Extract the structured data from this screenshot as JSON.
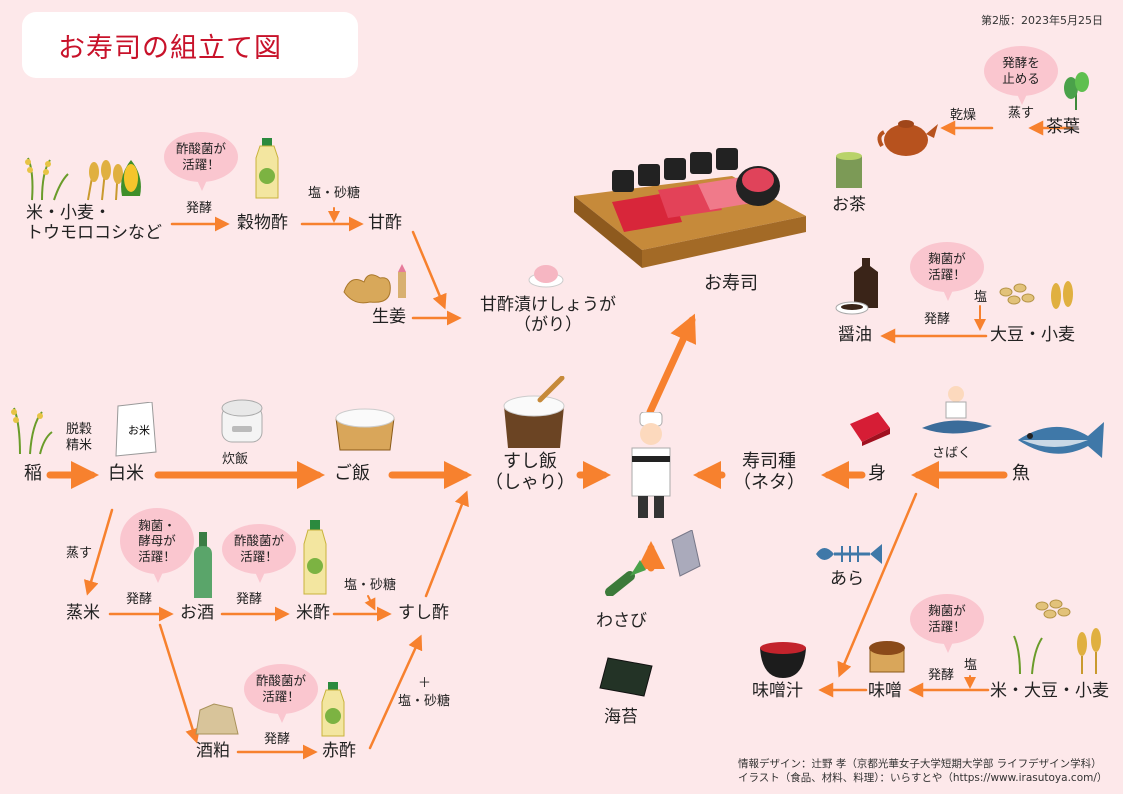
{
  "title": "お寿司の組立て図",
  "edition": "第2版：2023年5月25日",
  "credits": {
    "design": "情報デザイン：辻野 孝（京都光華女子大学短期大学部 ライフデザイン学科）",
    "illust": "イラスト（食品、材料、料理）：いらすとや（https://www.irasutoya.com/）"
  },
  "nodes": {
    "grains1_line1": "米・小麦・",
    "grains1_line2": "トウモロコシなど",
    "kokumotsusu": "穀物酢",
    "amazu": "甘酢",
    "shoga": "生姜",
    "gari_line1": "甘酢漬けしょうが",
    "gari_line2": "（がり）",
    "ine": "稲",
    "hakumai": "白米",
    "gohan": "ご飯",
    "sushimeshi_line1": "すし飯",
    "sushimeshi_line2": "（しゃり）",
    "osushi": "お寿司",
    "sushidane_line1": "寿司種",
    "sushidane_line2": "（ネタ）",
    "mi": "身",
    "sakana": "魚",
    "mushimai": "蒸米",
    "osake": "お酒",
    "komesu": "米酢",
    "sushisu": "すし酢",
    "sakekasu": "酒粕",
    "akazu": "赤酢",
    "wasabi": "わさび",
    "nori": "海苔",
    "ara": "あら",
    "misoshiru": "味噌汁",
    "miso": "味噌",
    "grains2": "米・大豆・小麦",
    "ocha": "お茶",
    "chaba": "茶葉",
    "shoyu": "醤油",
    "daizu_komugi": "大豆・小麦"
  },
  "steps": {
    "hakko1": "発酵",
    "shio_sato1": "塩・砂糖",
    "dakkoku_line1": "脱穀",
    "dakkoku_line2": "精米",
    "suihan": "炊飯",
    "musu1": "蒸す",
    "hakko2": "発酵",
    "hakko3": "発酵",
    "shio_sato2": "塩・砂糖",
    "hakko4": "発酵",
    "plus": "＋",
    "shio_sato3": "塩・砂糖",
    "sabaku": "さばく",
    "hakko5": "発酵",
    "shio1": "塩",
    "hakko6": "発酵",
    "shio2": "塩",
    "kanso": "乾燥",
    "musu2": "蒸す"
  },
  "bubbles": {
    "b1": [
      "酢酸菌が",
      "活躍！"
    ],
    "b2": [
      "麹菌・",
      "酵母が",
      "活躍！"
    ],
    "b3": [
      "酢酸菌が",
      "活躍！"
    ],
    "b4": [
      "酢酸菌が",
      "活躍！"
    ],
    "b5": [
      "麹菌が",
      "活躍！"
    ],
    "b6": [
      "麹菌が",
      "活躍！"
    ],
    "b7": [
      "発酵を",
      "止める"
    ]
  },
  "icons": {
    "rice_plant": "rice-plant-icon",
    "wheat": "wheat-icon",
    "corn": "corn-icon",
    "vinegar_bottle": "vinegar-bottle-icon",
    "ginger": "ginger-icon",
    "gari": "gari-icon",
    "rice_bag": "rice-bag-icon",
    "rice_cooker": "rice-cooker-icon",
    "rice_tub": "rice-tub-icon",
    "sushi_oke": "sushi-rice-tub-icon",
    "sushi_platter": "sushi-platter-icon",
    "chef": "sushi-chef-icon",
    "sake_bottle": "sake-bottle-icon",
    "sake_lees": "sake-lees-icon",
    "wasabi": "wasabi-icon",
    "grater": "grater-icon",
    "nori": "nori-icon",
    "tuna_block": "tuna-block-icon",
    "fish": "fish-icon",
    "fish_bone": "fish-bone-icon",
    "miso_soup": "miso-soup-icon",
    "miso": "miso-icon",
    "soybeans": "soybeans-icon",
    "teapot": "teapot-icon",
    "tea_cup": "tea-cup-icon",
    "tea_leaf": "tea-leaf-icon",
    "soy_sauce": "soy-sauce-icon"
  },
  "colors": {
    "title": "#c8122a",
    "arrow": "#f7812e",
    "background": "#fde8ea",
    "bubble": "#fac6cf"
  }
}
